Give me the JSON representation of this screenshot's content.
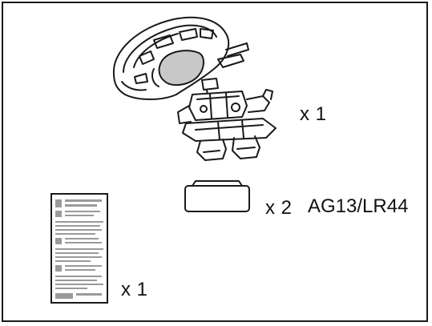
{
  "contents": {
    "items": [
      {
        "name": "Robot figure",
        "icon": "robot-figure-icon",
        "quantity": "x 1"
      },
      {
        "name": "Button cell battery",
        "icon": "button-battery-icon",
        "quantity": "x 2",
        "spec": "AG13/LR44"
      },
      {
        "name": "Instruction leaflet",
        "icon": "instruction-sheet-icon",
        "quantity": "x 1"
      }
    ]
  },
  "colors": {
    "line": "#1a1a1a",
    "shade": "#c8c8c8",
    "paper": "#ffffff"
  }
}
